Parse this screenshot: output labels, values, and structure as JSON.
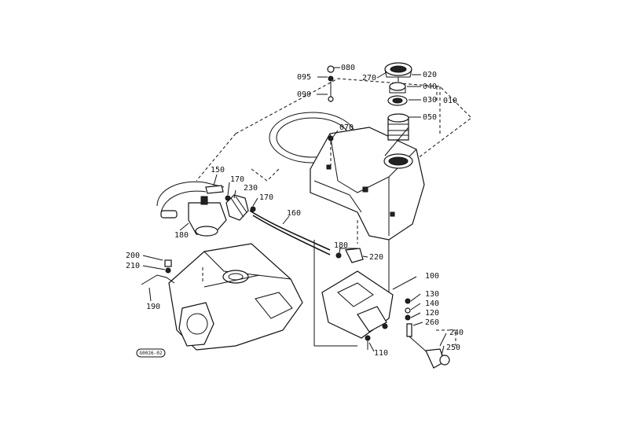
{
  "parts": {
    "p010": "010",
    "p020": "020",
    "p030": "030",
    "p040": "040",
    "p050": "050",
    "p070": "070",
    "p080": "080",
    "p090": "090",
    "p095": "095",
    "p100": "100",
    "p110": "110",
    "p120": "120",
    "p130": "130",
    "p140": "140",
    "p150": "150",
    "p160": "160",
    "p170a": "170",
    "p170b": "170",
    "p180a": "180",
    "p180b": "180",
    "p190": "190",
    "p200": "200",
    "p210": "210",
    "p220": "220",
    "p230": "230",
    "p240": "240",
    "p250": "250",
    "p260": "260",
    "p270": "270"
  },
  "stamp": "G0026-02"
}
